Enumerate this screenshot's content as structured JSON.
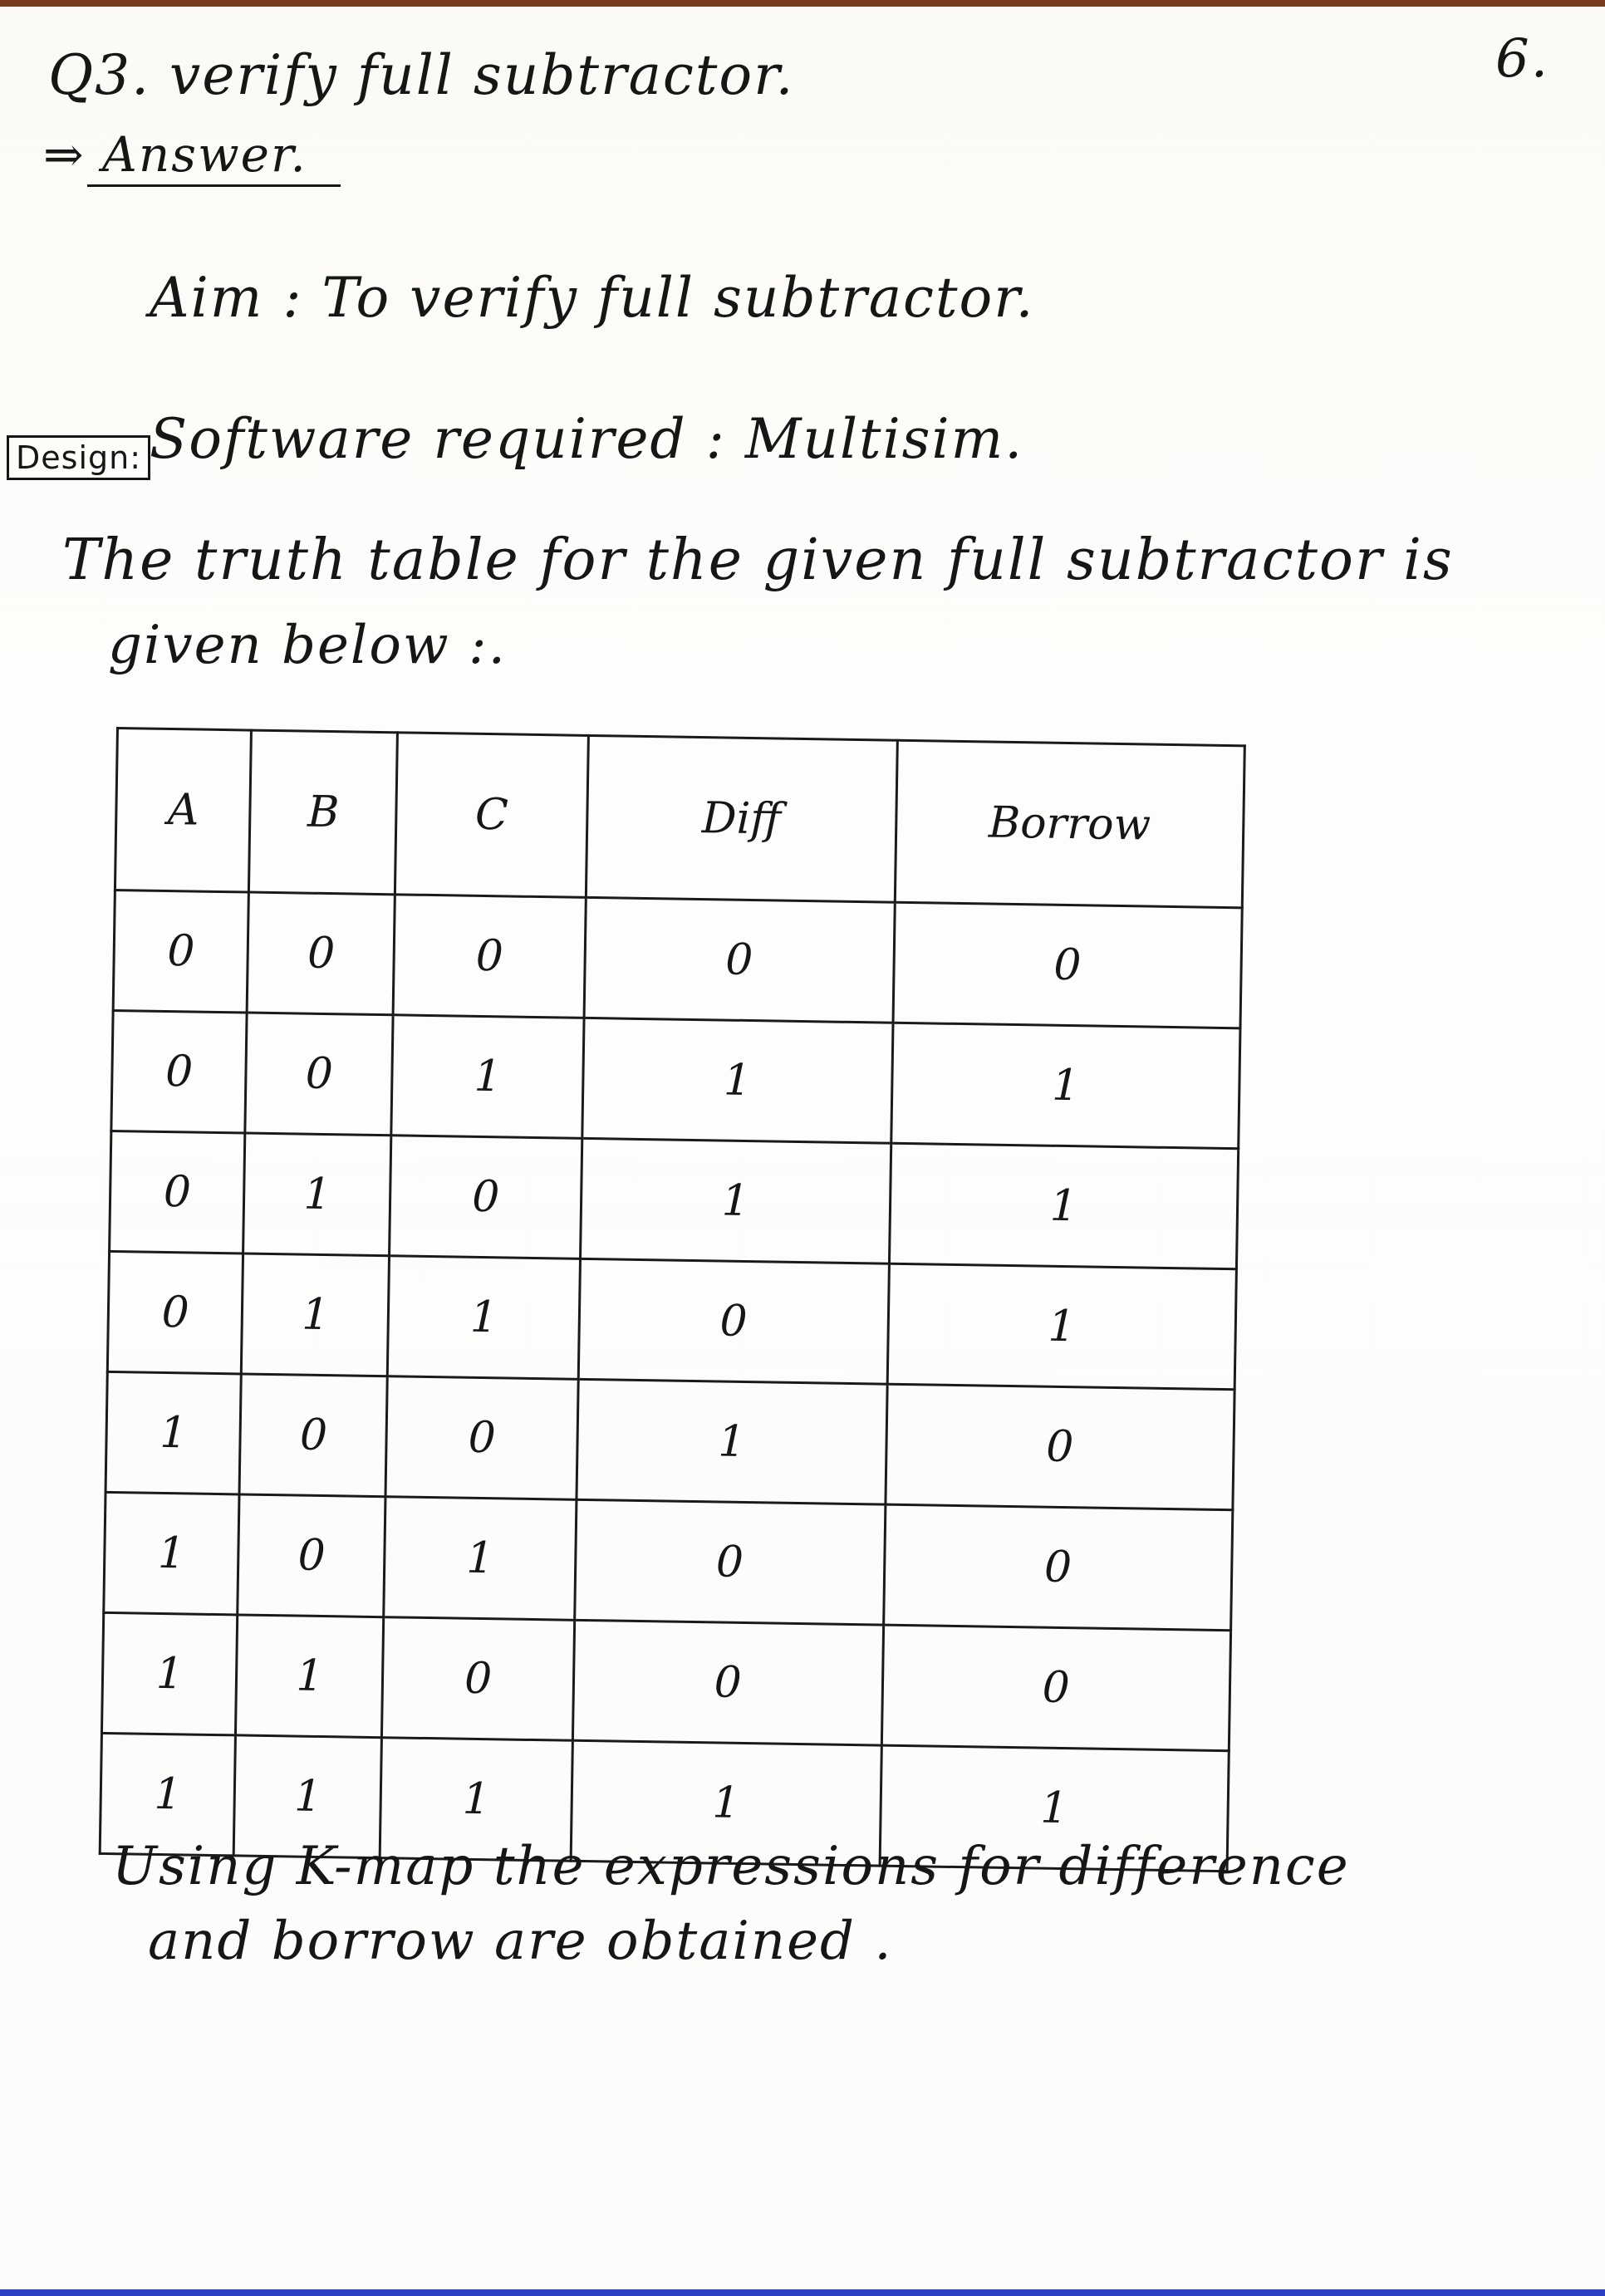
{
  "page_number": "6.",
  "question": "Q3. verify full subtractor.",
  "answer_label": "⇒ Answer.",
  "aim": "Aim : To verify full subtractor.",
  "software": "Software required : Multisim.",
  "design_label": "Design:",
  "intro": {
    "line1": "The truth table for the given full subtractor is",
    "line2": "given below :."
  },
  "table": {
    "headers": [
      "A",
      "B",
      "C",
      "Diff",
      "Borrow"
    ],
    "rows": [
      [
        "0",
        "0",
        "0",
        "0",
        "0"
      ],
      [
        "0",
        "0",
        "1",
        "1",
        "1"
      ],
      [
        "0",
        "1",
        "0",
        "1",
        "1"
      ],
      [
        "0",
        "1",
        "1",
        "0",
        "1"
      ],
      [
        "1",
        "0",
        "0",
        "1",
        "0"
      ],
      [
        "1",
        "0",
        "1",
        "0",
        "0"
      ],
      [
        "1",
        "1",
        "0",
        "0",
        "0"
      ],
      [
        "1",
        "1",
        "1",
        "1",
        "1"
      ]
    ]
  },
  "closing": {
    "line1": "Using K-map the expressions for difference",
    "line2": "and borrow are obtained ."
  }
}
